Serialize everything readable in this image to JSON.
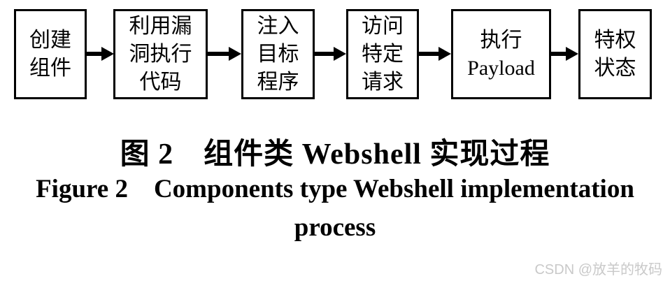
{
  "figure": {
    "steps": [
      {
        "name": "create-component",
        "lines": [
          "创建",
          "组件"
        ]
      },
      {
        "name": "exploit-execute-code",
        "lines": [
          "利用漏",
          "洞执行",
          "代码"
        ]
      },
      {
        "name": "inject-target-program",
        "lines": [
          "注入",
          "目标",
          "程序"
        ]
      },
      {
        "name": "access-specific-request",
        "lines": [
          "访问",
          "特定",
          "请求"
        ]
      },
      {
        "name": "execute-payload",
        "lines": [
          "执行",
          "Payload"
        ]
      },
      {
        "name": "privileged-state",
        "lines": [
          "特权",
          "状态"
        ]
      }
    ],
    "caption_zh": "图 2　组件类 Webshell 实现过程",
    "caption_en_line1": "Figure 2　Components type Webshell implementation",
    "caption_en_line2": "process",
    "watermark": "CSDN @放羊的牧码"
  },
  "colors": {
    "background": "#ffffff",
    "line": "#000000",
    "text": "#000000",
    "watermark": "#c9c9c9"
  }
}
